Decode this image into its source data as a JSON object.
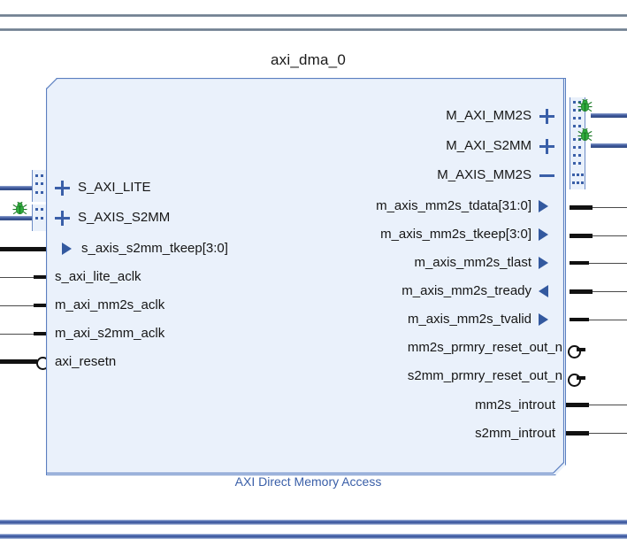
{
  "diagram": {
    "block_title": "axi_dma_0",
    "block_subtitle": "AXI Direct Memory Access",
    "colors": {
      "block_fill": "#eaf1fb",
      "block_border": "#5b7fc0",
      "accent_blue": "#3a5fa8",
      "bus_line": "#3f5a9e",
      "wire": "#2b2b2b",
      "rail_gray": "#6b7a8c",
      "bug_green": "#2faa3c"
    },
    "left_pins": [
      {
        "label": "S_AXI_LITE",
        "glyph": "plus",
        "kind": "bus-interface",
        "expanded": false
      },
      {
        "label": "S_AXIS_S2MM",
        "glyph": "plus",
        "kind": "bus-interface",
        "expanded": false
      },
      {
        "label": "s_axis_s2mm_tkeep[3:0]",
        "glyph": "tri-right",
        "kind": "input-vector",
        "expanded": false
      },
      {
        "label": "s_axi_lite_aclk",
        "glyph": "none",
        "kind": "clock-input",
        "expanded": false
      },
      {
        "label": "m_axi_mm2s_aclk",
        "glyph": "none",
        "kind": "clock-input",
        "expanded": false
      },
      {
        "label": "m_axi_s2mm_aclk",
        "glyph": "none",
        "kind": "clock-input",
        "expanded": false
      },
      {
        "label": "axi_resetn",
        "glyph": "bubble",
        "kind": "reset-input",
        "expanded": false
      }
    ],
    "right_pins": [
      {
        "label": "M_AXI_MM2S",
        "glyph": "plus",
        "kind": "bus-interface",
        "expanded": false
      },
      {
        "label": "M_AXI_S2MM",
        "glyph": "plus",
        "kind": "bus-interface",
        "expanded": false
      },
      {
        "label": "M_AXIS_MM2S",
        "glyph": "minus",
        "kind": "bus-interface",
        "expanded": true
      },
      {
        "label": "m_axis_mm2s_tdata[31:0]",
        "glyph": "tri-right",
        "kind": "output-vector",
        "expanded": false
      },
      {
        "label": "m_axis_mm2s_tkeep[3:0]",
        "glyph": "tri-right",
        "kind": "output-vector",
        "expanded": false
      },
      {
        "label": "m_axis_mm2s_tlast",
        "glyph": "tri-right",
        "kind": "output",
        "expanded": false
      },
      {
        "label": "m_axis_mm2s_tready",
        "glyph": "tri-left",
        "kind": "input",
        "expanded": false
      },
      {
        "label": "m_axis_mm2s_tvalid",
        "glyph": "tri-right",
        "kind": "output",
        "expanded": false
      },
      {
        "label": "mm2s_prmry_reset_out_n",
        "glyph": "bubble",
        "kind": "reset-output",
        "expanded": false
      },
      {
        "label": "s2mm_prmry_reset_out_n",
        "glyph": "bubble",
        "kind": "reset-output",
        "expanded": false
      },
      {
        "label": "mm2s_introut",
        "glyph": "none",
        "kind": "interrupt-output",
        "expanded": false
      },
      {
        "label": "s2mm_introut",
        "glyph": "none",
        "kind": "interrupt-output",
        "expanded": false
      }
    ],
    "markers": [
      {
        "name": "bug-icon-s-axis-s2mm",
        "title": "critical-warning"
      },
      {
        "name": "bug-icon-m-axi-mm2s",
        "title": "critical-warning"
      },
      {
        "name": "bug-icon-m-axi-s2mm",
        "title": "critical-warning"
      }
    ]
  }
}
